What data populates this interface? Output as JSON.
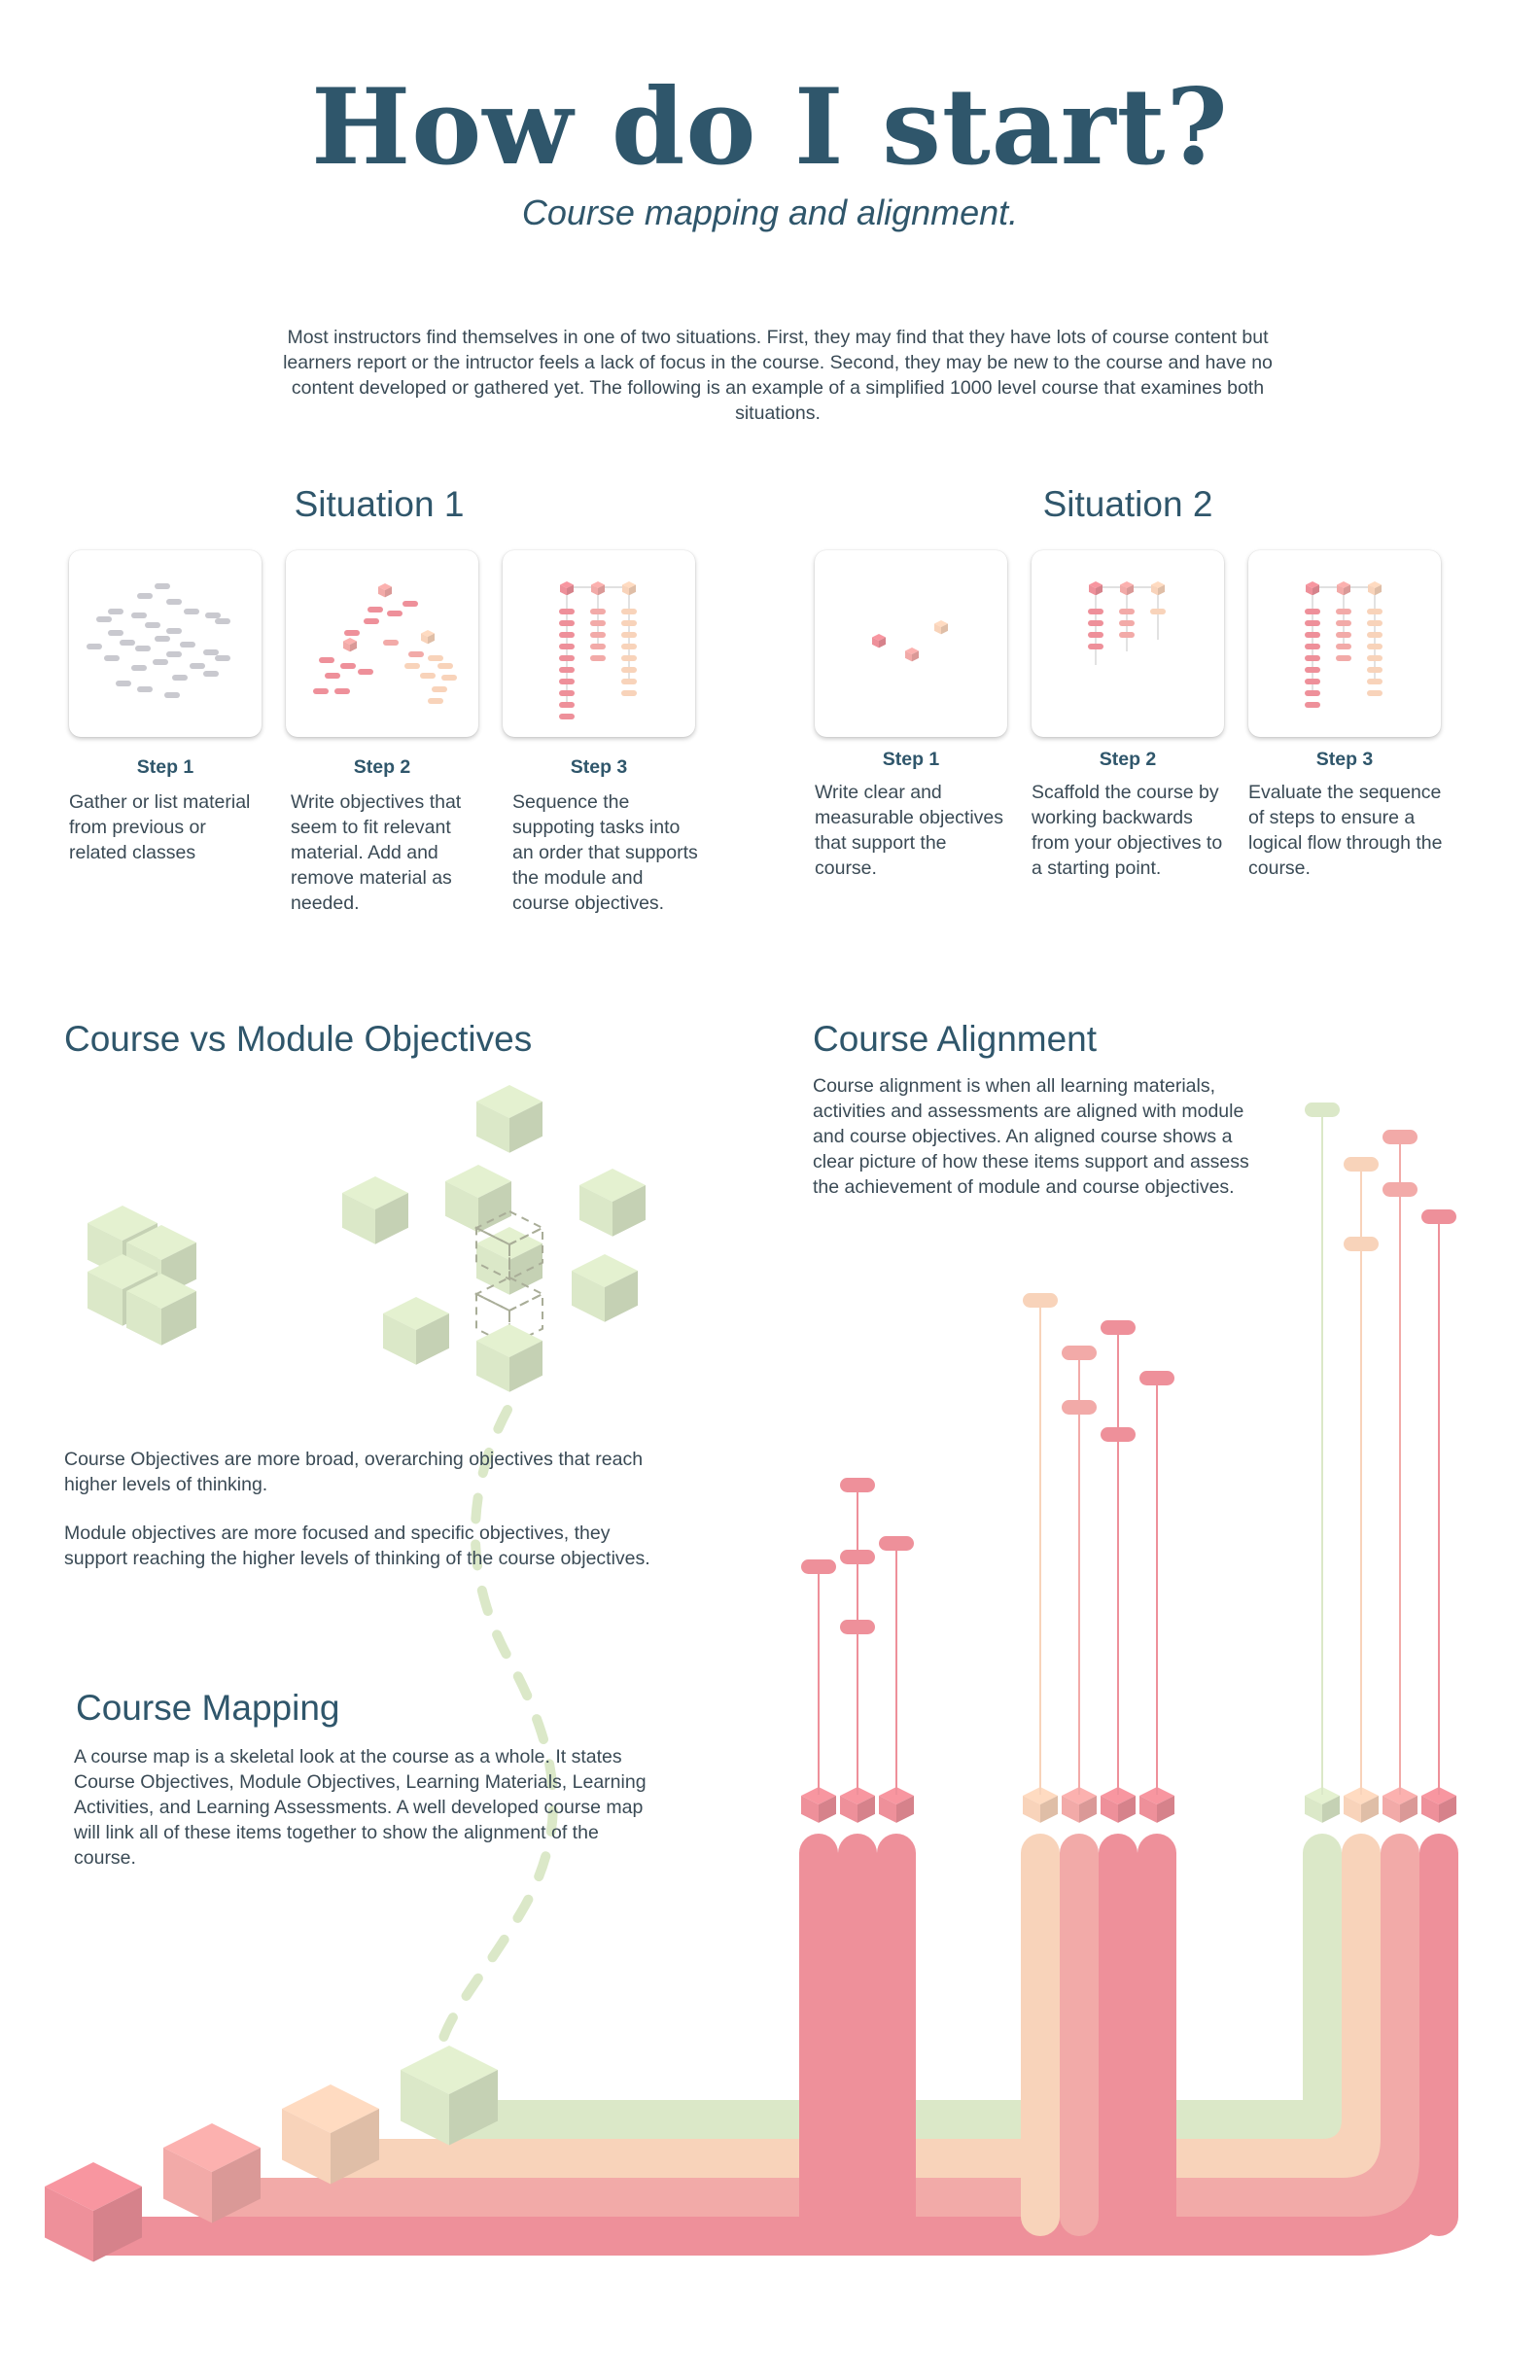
{
  "header": {
    "title": "How do I start?",
    "subtitle": "Course mapping and alignment."
  },
  "intro": "Most instructors find themselves in one of two situations. First, they may find that they have lots of course content but learners report or the intructor feels a lack of focus in the course. Second, they may be new to the course and have no content developed or gathered yet. The following is an example of a simplified 1000 level course that examines both situations.",
  "situation1": {
    "title": "Situation 1",
    "steps": [
      {
        "label": "Step 1",
        "desc": "Gather or list material from previous or related classes"
      },
      {
        "label": "Step 2",
        "desc": "Write objectives that seem to fit relevant material. Add and remove material as needed."
      },
      {
        "label": "Step 3",
        "desc": "Sequence the suppoting tasks into an order that supports the module and course objectives."
      }
    ]
  },
  "situation2": {
    "title": "Situation 2",
    "steps": [
      {
        "label": "Step 1",
        "desc": "Write clear and measurable objectives that support the course."
      },
      {
        "label": "Step 2",
        "desc": "Scaffold the course by working backwards from your objectives to a starting point."
      },
      {
        "label": "Step 3",
        "desc": "Evaluate the sequence of steps to ensure a logical flow through the course."
      }
    ]
  },
  "objectives": {
    "title": "Course vs Module Objectives",
    "course_text": "Course Objectives are more broad, overarching objectives that reach higher levels of thinking.",
    "module_text": "Module objectives are more focused and specific objectives, they support reaching the higher levels of thinking of the course objectives."
  },
  "alignment": {
    "title": "Course Alignment",
    "text": "Course alignment is when all learning materials, activities and assessments are aligned with module and course objectives. An aligned course shows  a clear picture of how these items support and assess the achievement of module and course objectives."
  },
  "mapping": {
    "title": "Course Mapping",
    "text": "A course map is a skeletal look at the course as a whole. It states Course Objectives, Module Objectives, Learning Materials, Learning Activities, and Learning Assessments. A well developed course map will link all of these items together to show the alignment of the course."
  },
  "colors": {
    "title": "#2f566b",
    "green": "#dbe8c8",
    "peach": "#f8d3ba",
    "pink": "#f2aaa8",
    "rose": "#ee909a",
    "grey": "#c9c9cf"
  }
}
